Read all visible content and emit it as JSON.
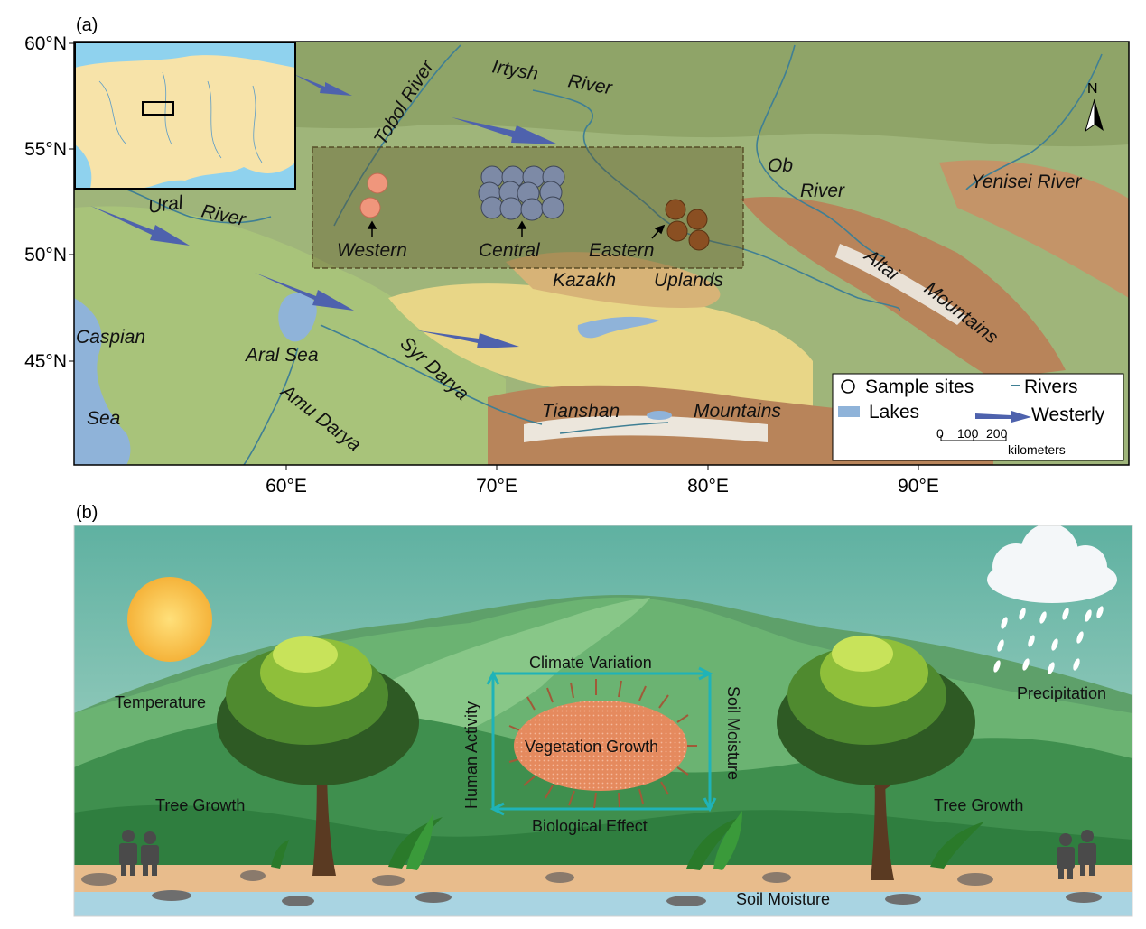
{
  "panel_a": {
    "label": "(a)",
    "lat_ticks": [
      "60°N",
      "55°N",
      "50°N",
      "45°N"
    ],
    "lon_ticks": [
      "60°E",
      "70°E",
      "80°E",
      "90°E"
    ],
    "north_label": "N",
    "places": {
      "tobol": "Tobol River",
      "irtysh1": "Irtysh",
      "irtysh2": "River",
      "ob1": "Ob",
      "ob2": "River",
      "yenisei": "Yenisei River",
      "ural1": "Ural",
      "ural2": "River",
      "western": "Western",
      "central": "Central",
      "eastern": "Eastern",
      "kazakh": "Kazakh",
      "uplands": "Uplands",
      "altai1": "Altai",
      "altai2": "Mountains",
      "caspian1": "Caspian",
      "caspian2": "Sea",
      "aral": "Aral Sea",
      "syr": "Syr Darya",
      "amu": "Amu Darya",
      "tianshan": "Tianshan",
      "mountains": "Mountains"
    },
    "legend": {
      "sample_sites": "Sample sites",
      "rivers": "Rivers",
      "lakes": "Lakes",
      "westerly": "Westerly",
      "scale_0": "0",
      "scale_100": "100",
      "scale_200": "200",
      "scale_unit": "kilometers"
    },
    "colors": {
      "western_sites": "#f0967c",
      "central_sites": "#7d8aa6",
      "eastern_sites": "#8a4f22",
      "westerly_arrow": "#4e62ad",
      "lake": "#8fb3d9"
    }
  },
  "panel_b": {
    "label": "(b)",
    "labels": {
      "temperature": "Temperature",
      "precipitation": "Precipitation",
      "tree_growth_left": "Tree Growth",
      "tree_growth_right": "Tree Growth",
      "soil_moisture_bottom": "Soil Moisture",
      "climate_variation": "Climate Variation",
      "soil_moisture_side": "Soil Moisture",
      "human_activity": "Human Activity",
      "biological_effect": "Biological Effect",
      "vegetation_growth": "Vegetation Growth"
    },
    "colors": {
      "cycle_arrow": "#1fb3b8",
      "vegetation_ellipse": "#e58a5e"
    }
  }
}
